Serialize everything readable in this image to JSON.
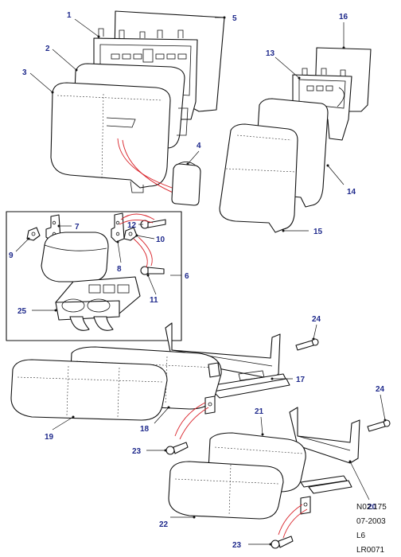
{
  "colors": {
    "callout": "#1f2a8c",
    "leader": "#111111",
    "hose": "#d9232a"
  },
  "callouts": [
    {
      "label": "1"
    },
    {
      "label": "2"
    },
    {
      "label": "3"
    },
    {
      "label": "4"
    },
    {
      "label": "5"
    },
    {
      "label": "6"
    },
    {
      "label": "7"
    },
    {
      "label": "8"
    },
    {
      "label": "9"
    },
    {
      "label": "10"
    },
    {
      "label": "11"
    },
    {
      "label": "12"
    },
    {
      "label": "13"
    },
    {
      "label": "14"
    },
    {
      "label": "15"
    },
    {
      "label": "16"
    },
    {
      "label": "17"
    },
    {
      "label": "18"
    },
    {
      "label": "19"
    },
    {
      "label": "20"
    },
    {
      "label": "21"
    },
    {
      "label": "22"
    },
    {
      "label": "23"
    },
    {
      "label": "23"
    },
    {
      "label": "24"
    },
    {
      "label": "24"
    },
    {
      "label": "25"
    }
  ],
  "reference": {
    "code": "N02.175",
    "date": "07-2003",
    "model": "L6",
    "drawing": "LR0071"
  }
}
